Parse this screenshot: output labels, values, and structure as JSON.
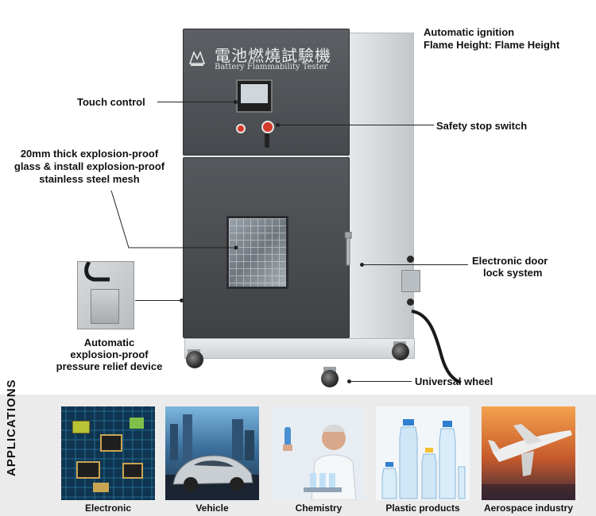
{
  "machine": {
    "title_cn": "電池燃燒試驗機",
    "title_en": "Battery Flammability Tester"
  },
  "callouts": {
    "ignition_line1": "Automatic ignition",
    "ignition_line2": "Flame Height: Flame Height",
    "touch_control": "Touch control",
    "safety_stop": "Safety stop switch",
    "glass_line1": "20mm thick explosion-proof",
    "glass_line2": "glass & install explosion-proof",
    "glass_line3": "stainless steel mesh",
    "door_lock_line1": "Electronic door",
    "door_lock_line2": "lock system",
    "relief_line1": "Automatic",
    "relief_line2": "explosion-proof",
    "relief_line3": "pressure relief device",
    "universal_wheel": "Universal wheel"
  },
  "applications": {
    "title": "APPLICATIONS",
    "items": [
      {
        "label": "Electronic",
        "icon": "circuit-board-icon"
      },
      {
        "label": "Vehicle",
        "icon": "car-icon"
      },
      {
        "label": "Chemistry",
        "icon": "scientist-icon"
      },
      {
        "label": "Plastic products",
        "icon": "bottles-icon"
      },
      {
        "label": "Aerospace industry",
        "icon": "airplane-icon"
      }
    ]
  },
  "colors": {
    "cabinet": "#4a4d51",
    "button_red": "#d23a2a",
    "band": "#ebebeb"
  }
}
